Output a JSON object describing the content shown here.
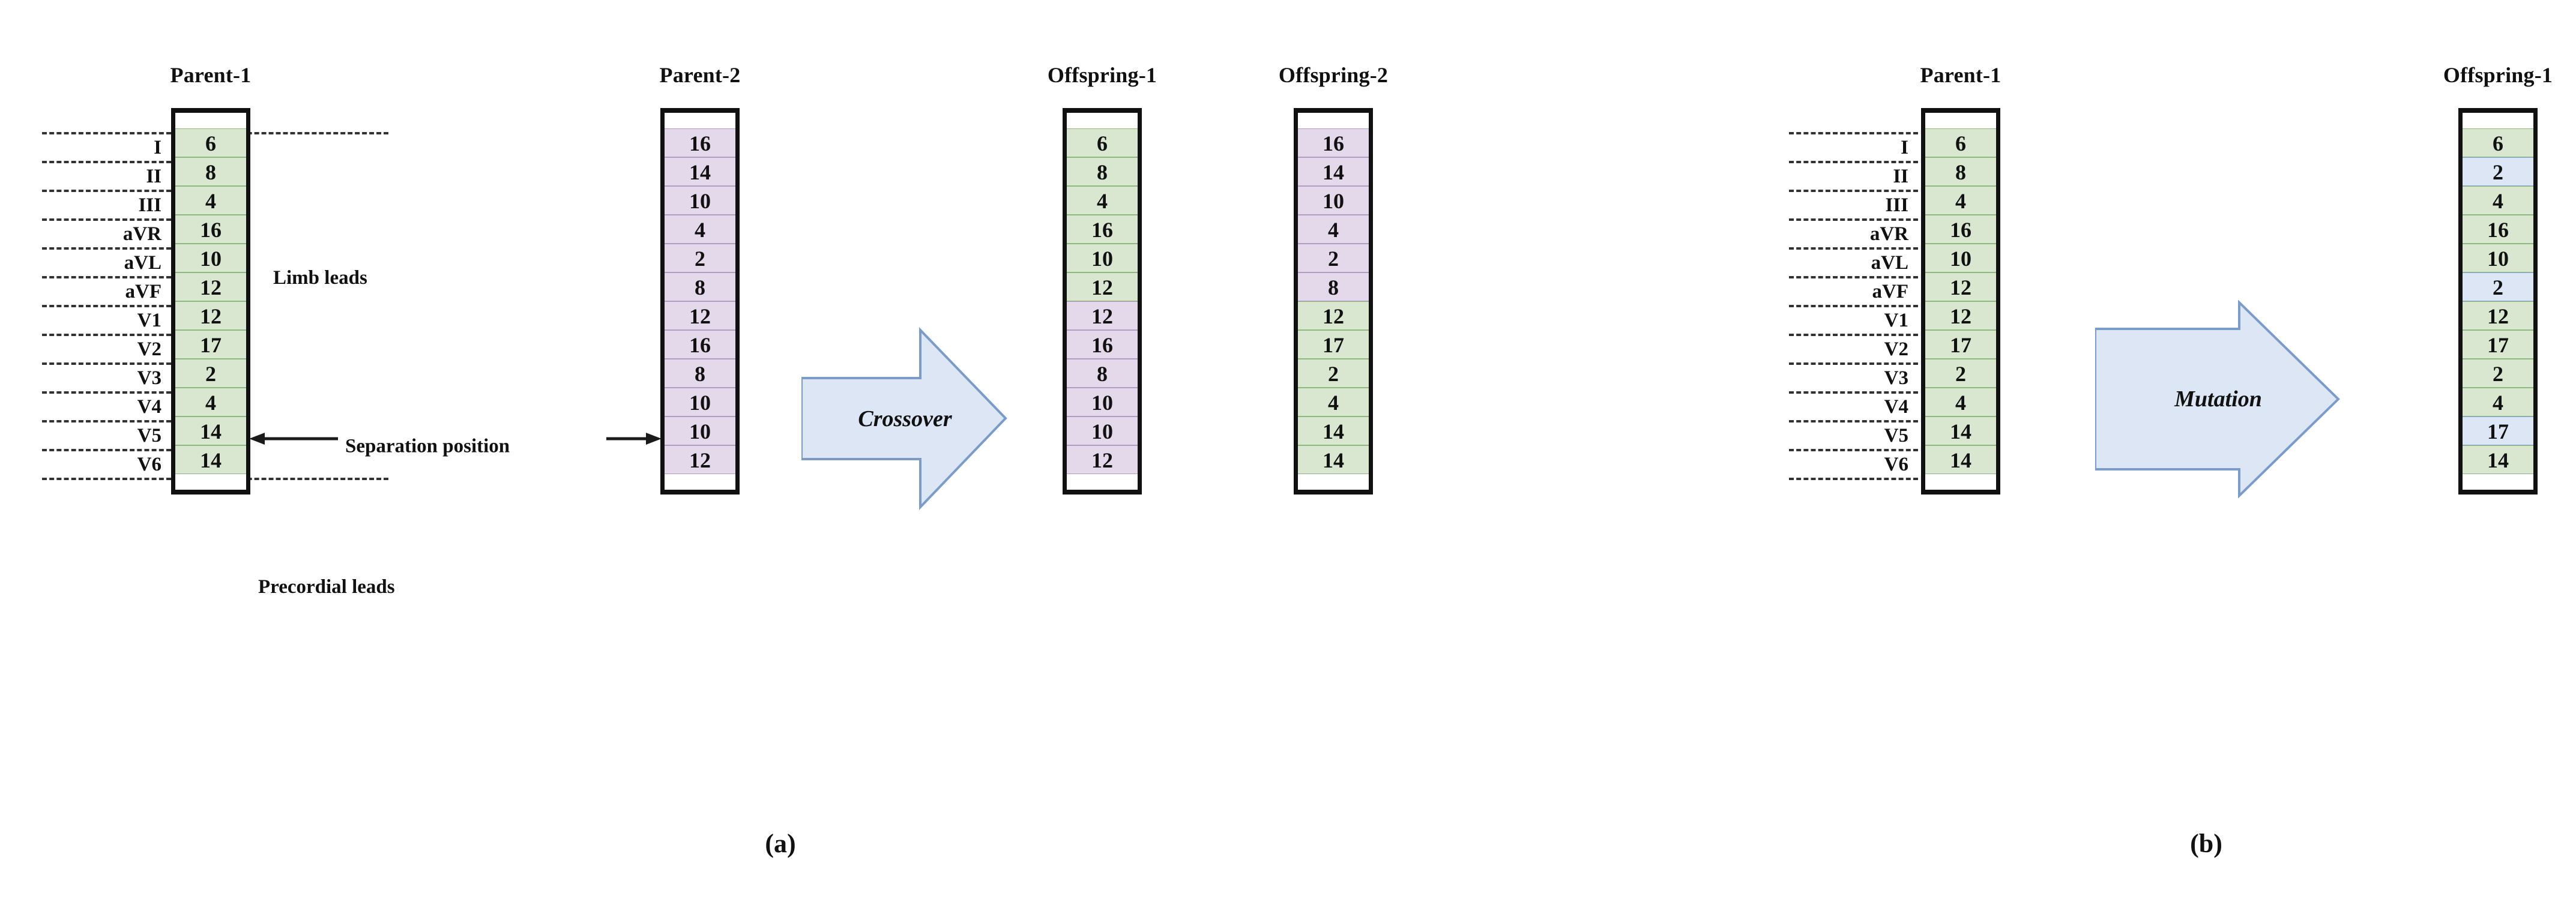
{
  "figure": {
    "panels": [
      {
        "id": "a",
        "caption": "(a)",
        "operation_label": "Crossover",
        "annotations": {
          "limb_leads": "Limb leads",
          "precordial_leads": "Precordial leads",
          "separation_position": "Separation position"
        },
        "lead_labels": [
          "I",
          "II",
          "III",
          "aVR",
          "aVL",
          "aVF",
          "V1",
          "V2",
          "V3",
          "V4",
          "V5",
          "V6"
        ],
        "columns": [
          {
            "title": "Parent-1",
            "values": [
              6,
              8,
              4,
              16,
              10,
              12,
              12,
              17,
              2,
              4,
              14,
              14
            ],
            "colors": [
              "green",
              "green",
              "green",
              "green",
              "green",
              "green",
              "green",
              "green",
              "green",
              "green",
              "green",
              "green"
            ]
          },
          {
            "title": "Parent-2",
            "values": [
              16,
              14,
              10,
              4,
              2,
              8,
              12,
              16,
              8,
              10,
              10,
              12
            ],
            "colors": [
              "purple",
              "purple",
              "purple",
              "purple",
              "purple",
              "purple",
              "purple",
              "purple",
              "purple",
              "purple",
              "purple",
              "purple"
            ]
          },
          {
            "title": "Offspring-1",
            "values": [
              6,
              8,
              4,
              16,
              10,
              12,
              12,
              16,
              8,
              10,
              10,
              12
            ],
            "colors": [
              "green",
              "green",
              "green",
              "green",
              "green",
              "green",
              "purple",
              "purple",
              "purple",
              "purple",
              "purple",
              "purple"
            ]
          },
          {
            "title": "Offspring-2",
            "values": [
              16,
              14,
              10,
              4,
              2,
              8,
              12,
              17,
              2,
              4,
              14,
              14
            ],
            "colors": [
              "purple",
              "purple",
              "purple",
              "purple",
              "purple",
              "purple",
              "green",
              "green",
              "green",
              "green",
              "green",
              "green"
            ]
          }
        ],
        "separation_after_index": 6
      },
      {
        "id": "b",
        "caption": "(b)",
        "operation_label": "Mutation",
        "lead_labels": [
          "I",
          "II",
          "III",
          "aVR",
          "aVL",
          "aVF",
          "V1",
          "V2",
          "V3",
          "V4",
          "V5",
          "V6"
        ],
        "columns": [
          {
            "title": "Parent-1",
            "values": [
              6,
              8,
              4,
              16,
              10,
              12,
              12,
              17,
              2,
              4,
              14,
              14
            ],
            "colors": [
              "green",
              "green",
              "green",
              "green",
              "green",
              "green",
              "green",
              "green",
              "green",
              "green",
              "green",
              "green"
            ]
          },
          {
            "title": "Offspring-1",
            "values": [
              6,
              2,
              4,
              16,
              10,
              2,
              12,
              17,
              2,
              4,
              17,
              14
            ],
            "colors": [
              "green",
              "blue",
              "green",
              "green",
              "green",
              "blue",
              "green",
              "green",
              "green",
              "green",
              "blue",
              "green"
            ]
          }
        ]
      }
    ]
  },
  "palette": {
    "green_fill": "#d9e7d1",
    "green_border": "#8fb580",
    "purple_fill": "#e4d9ea",
    "purple_border": "#b49bc4",
    "blue_fill": "#dce6f5",
    "blue_border": "#8aa9d4",
    "arrow_fill": "#dce6f5",
    "arrow_border": "#7b9bc8",
    "outline": "#111111",
    "background": "#ffffff"
  }
}
